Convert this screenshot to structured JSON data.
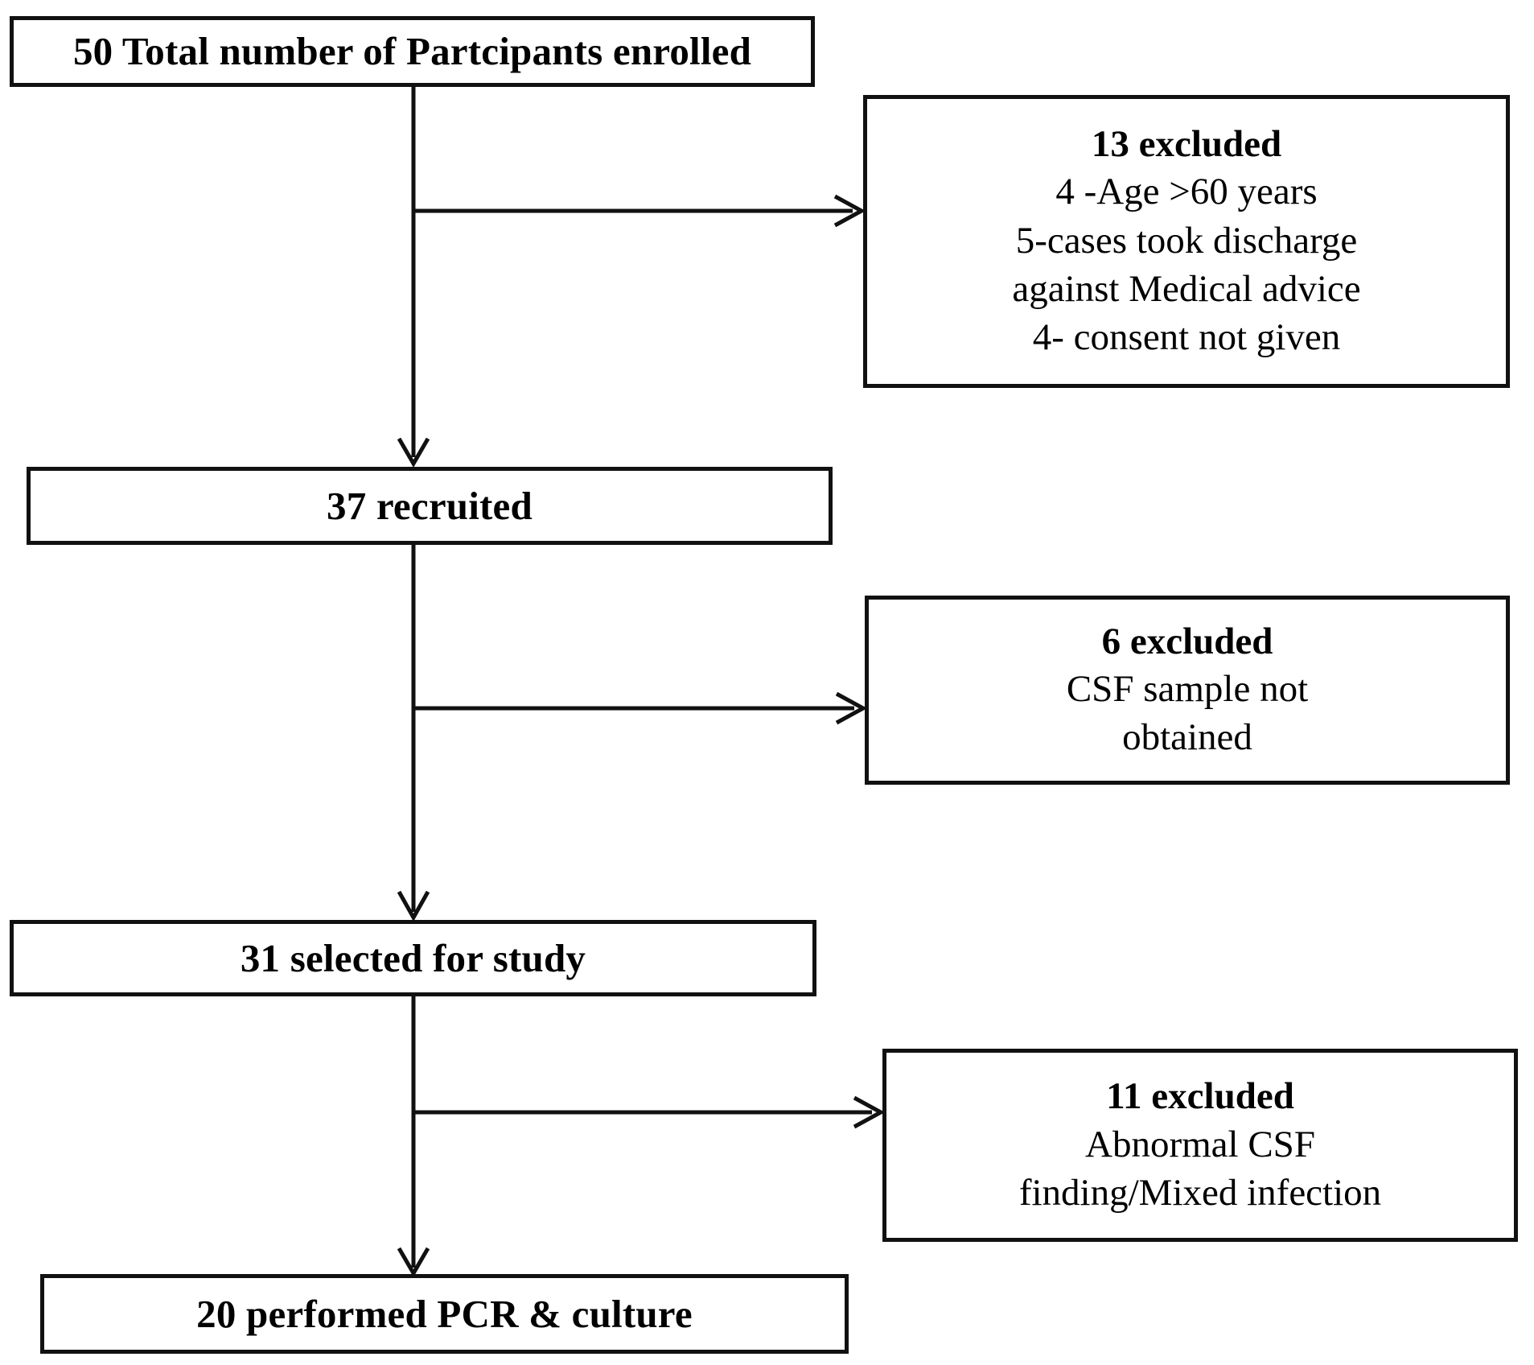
{
  "diagram": {
    "title": "Participant enrollment flow",
    "line_color": "#111111",
    "box_fill": "#ffffff",
    "text_color": "#000000"
  },
  "nodes": {
    "enrolled": {
      "label": "50  Total number of Partcipants enrolled",
      "count": 50
    },
    "excluded_1": {
      "heading": "13 excluded",
      "count": 13,
      "reasons": [
        "4 -Age >60 years",
        "5-cases took discharge",
        "against Medical advice",
        "4- consent not given"
      ]
    },
    "recruited": {
      "label": "37 recruited",
      "count": 37
    },
    "excluded_2": {
      "heading": "6 excluded",
      "count": 6,
      "reasons": [
        "CSF  sample not",
        "obtained"
      ]
    },
    "selected": {
      "label": "31 selected for study",
      "count": 31
    },
    "excluded_3": {
      "heading": "11 excluded",
      "count": 11,
      "reasons": [
        "Abnormal CSF",
        "finding/Mixed infection"
      ]
    },
    "performed": {
      "label": "20 performed PCR & culture",
      "count": 20
    }
  },
  "connectors": [
    {
      "name": "enrolled-to-recruited",
      "kind": "vertical-arrow"
    },
    {
      "name": "enrolled-to-excluded-1",
      "kind": "branch-arrow"
    },
    {
      "name": "recruited-to-selected",
      "kind": "vertical-arrow"
    },
    {
      "name": "recruited-to-excluded-2",
      "kind": "branch-arrow"
    },
    {
      "name": "selected-to-performed",
      "kind": "vertical-arrow"
    },
    {
      "name": "selected-to-excluded-3",
      "kind": "branch-arrow"
    }
  ]
}
